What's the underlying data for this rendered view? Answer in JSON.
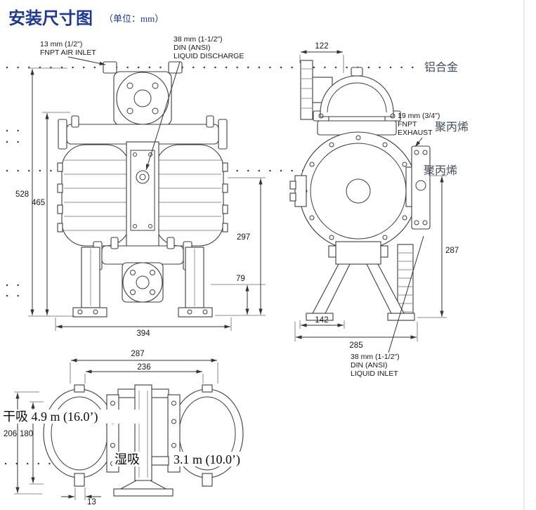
{
  "title": {
    "main": "安装尺寸图",
    "unit": "（单位：mm）"
  },
  "front_view": {
    "air_inlet_label": {
      "line1": "13 mm (1/2\")",
      "line2": "FNPT AIR INLET"
    },
    "discharge_label": {
      "line1": "38 mm (1-1/2\")",
      "line2": "DIN (ANSI)",
      "line3": "LIQUID DISCHARGE"
    },
    "dim_height_total": "528",
    "dim_height_upper": "465",
    "dim_center_to_base": "297",
    "dim_foot": "79",
    "dim_width": "394"
  },
  "side_view": {
    "dim_top_width": "122",
    "dim_inlet_to_base": "287",
    "dim_base_width": "142",
    "dim_overall_depth": "285",
    "exhaust_label": {
      "line1": "19 mm (3/4\")",
      "line2": "FNPT",
      "line3": "EXHAUST"
    },
    "inlet_label": {
      "line1": "38 mm (1-1/2\")",
      "line2": "DIN (ANSI)",
      "line3": "LIQUID INLET"
    }
  },
  "materials": {
    "aluminum_alloy": "铝合金",
    "polypropylene_exhaust": "聚丙烯",
    "polypropylene_body": "聚丙烯"
  },
  "bottom_view": {
    "dim_width_outer": "287",
    "dim_width_inner": "236",
    "dim_depth_outer": "206",
    "dim_depth_inner": "180",
    "dim_foot_width": "13",
    "dry_suction": "干吸  4.9 m (16.0’)",
    "wet_suction_label": "湿吸",
    "wet_suction_value": "3.1 m (10.0’)"
  }
}
